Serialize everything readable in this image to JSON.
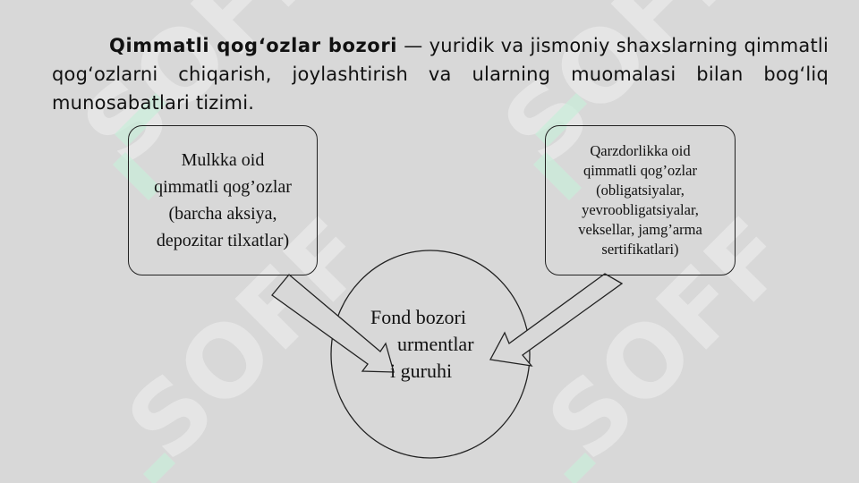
{
  "intro": {
    "term": "Qimmatli qog‘ozlar bozori",
    "rest": " — yuridik va jismoniy shaxslarning qimmatli qog‘ozlarni chiqarish, joylashtirish va ularning muomalasi bilan bog‘liq munosabatlari tizimi."
  },
  "diagram": {
    "left_box": "Mulkka oid\nqimmatli qog’ozlar\n(barcha aksiya,\ndepozitar tilxatlar)",
    "right_box": "Qarzdorlikka oid\nqimmatli qog’ozlar\n(obligatsiyalar,\nyevroobligatsiyalar,\nveksellar, jamg’arma\nsertifikatlari)",
    "center_line1": "Fond bozori",
    "center_line2": "urmentlar",
    "center_line3": "i guruhi"
  },
  "watermark": {
    "text": "SOFF",
    "color": "#ffffff"
  }
}
